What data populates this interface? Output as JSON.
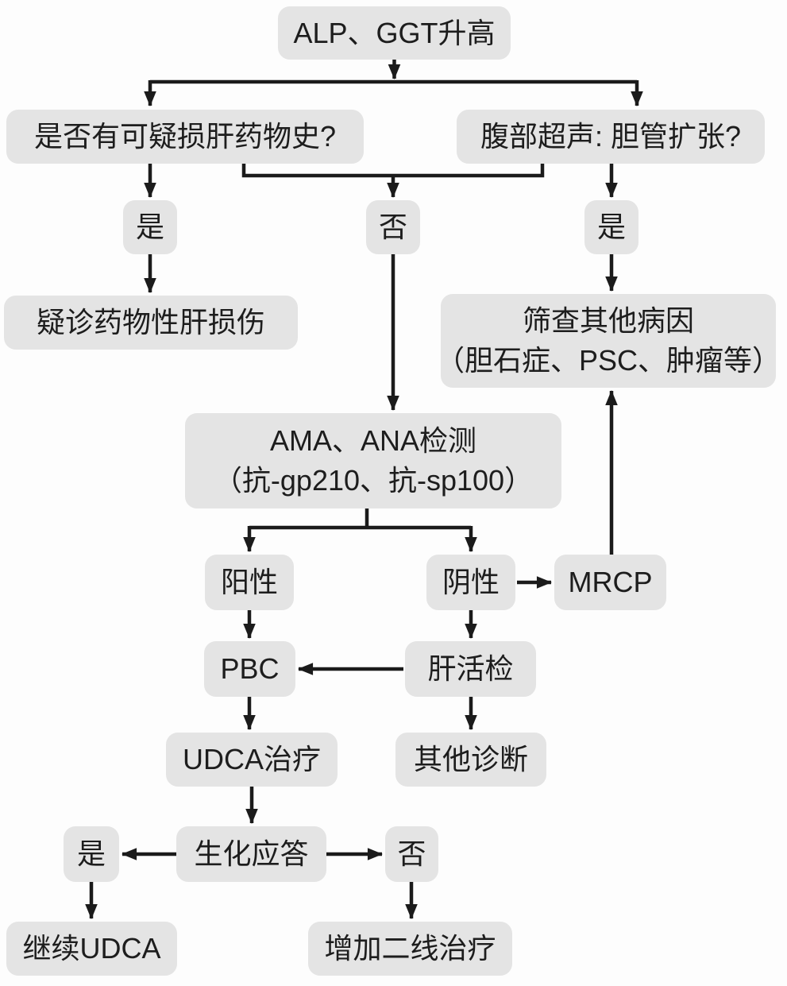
{
  "colors": {
    "background": "#fdfdfd",
    "node_fill": "#e4e4e4",
    "node_text": "#1d1d1d",
    "connector": "#1b1b1b"
  },
  "flowchart": {
    "nodes": {
      "start": {
        "label": "ALP、GGT升高"
      },
      "drug_history": {
        "label": "是否有可疑损肝药物史?"
      },
      "ultrasound": {
        "label": "腹部超声: 胆管扩张?"
      },
      "yes_drug": {
        "label": "是"
      },
      "no_branch": {
        "label": "否"
      },
      "yes_dilated": {
        "label": "是"
      },
      "suspected_dili": {
        "label": "疑诊药物性肝损伤"
      },
      "screen_other": {
        "line1": "筛查其他病因",
        "line2": "（胆石症、PSC、肿瘤等）"
      },
      "ama_ana": {
        "line1": "AMA、ANA检测",
        "line2": "（抗-gp210、抗-sp100）"
      },
      "positive": {
        "label": "阳性"
      },
      "negative": {
        "label": "阴性"
      },
      "mrcp": {
        "label": "MRCP"
      },
      "pbc": {
        "label": "PBC"
      },
      "liver_biopsy": {
        "label": "肝活检"
      },
      "udca_treatment": {
        "label": "UDCA治疗"
      },
      "other_diagnosis": {
        "label": "其他诊断"
      },
      "biochemical_response": {
        "label": "生化应答"
      },
      "response_yes": {
        "label": "是"
      },
      "response_no": {
        "label": "否"
      },
      "continue_udca": {
        "label": "继续UDCA"
      },
      "add_second_line": {
        "label": "增加二线治疗"
      }
    },
    "edges": [
      {
        "from": "start",
        "to": "drug_history"
      },
      {
        "from": "start",
        "to": "ultrasound"
      },
      {
        "from": "drug_history",
        "to": "yes_drug"
      },
      {
        "from": "drug_history",
        "to": "no_branch"
      },
      {
        "from": "ultrasound",
        "to": "no_branch"
      },
      {
        "from": "ultrasound",
        "to": "yes_dilated"
      },
      {
        "from": "yes_drug",
        "to": "suspected_dili"
      },
      {
        "from": "yes_dilated",
        "to": "screen_other"
      },
      {
        "from": "no_branch",
        "to": "ama_ana"
      },
      {
        "from": "ama_ana",
        "to": "positive"
      },
      {
        "from": "ama_ana",
        "to": "negative"
      },
      {
        "from": "negative",
        "to": "mrcp"
      },
      {
        "from": "mrcp",
        "to": "screen_other"
      },
      {
        "from": "positive",
        "to": "pbc"
      },
      {
        "from": "negative",
        "to": "liver_biopsy"
      },
      {
        "from": "liver_biopsy",
        "to": "pbc"
      },
      {
        "from": "liver_biopsy",
        "to": "other_diagnosis"
      },
      {
        "from": "pbc",
        "to": "udca_treatment"
      },
      {
        "from": "udca_treatment",
        "to": "biochemical_response"
      },
      {
        "from": "biochemical_response",
        "to": "response_yes"
      },
      {
        "from": "biochemical_response",
        "to": "response_no"
      },
      {
        "from": "response_yes",
        "to": "continue_udca"
      },
      {
        "from": "response_no",
        "to": "add_second_line"
      }
    ]
  }
}
